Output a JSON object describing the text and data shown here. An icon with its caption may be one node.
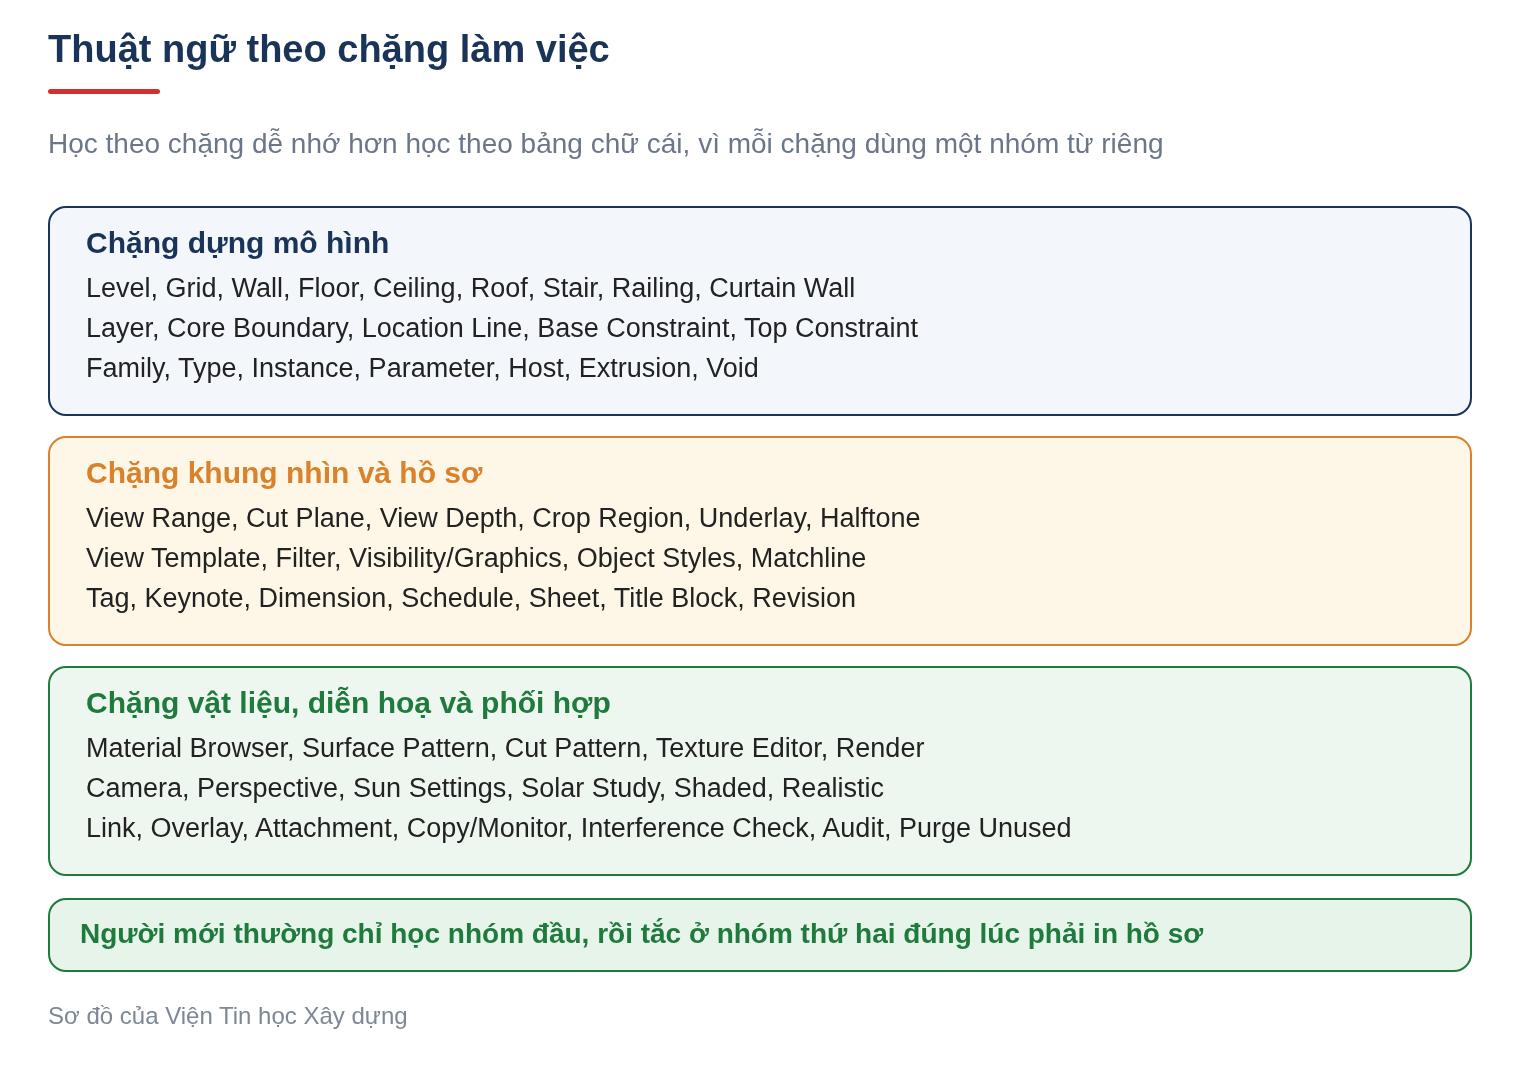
{
  "diagram": {
    "title": "Thuật ngữ theo chặng làm việc",
    "caption": "Sơ đồ của Viện Tin học Xây dựng",
    "labels": [
      "Học theo chặng dễ nhớ hơn học theo bảng chữ cái, vì mỗi chặng dùng một nhóm từ riêng"
    ],
    "nodes": [
      {
        "text": [
          "Chặng dựng mô hình",
          "Level, Grid, Wall, Floor, Ceiling, Roof, Stair, Railing, Curtain Wall",
          "Layer, Core Boundary, Location Line, Base Constraint, Top Constraint",
          "Family, Type, Instance, Parameter, Host, Extrusion, Void"
        ]
      },
      {
        "text": [
          "Chặng khung nhìn và hồ sơ",
          "View Range, Cut Plane, View Depth, Crop Region, Underlay, Halftone",
          "View Template, Filter, Visibility/Graphics, Object Styles, Matchline",
          "Tag, Keynote, Dimension, Schedule, Sheet, Title Block, Revision"
        ]
      },
      {
        "text": [
          "Chặng vật liệu, diễn hoạ và phối hợp",
          "Material Browser, Surface Pattern, Cut Pattern, Texture Editor, Render",
          "Camera, Perspective, Sun Settings, Solar Study, Shaded, Realistic",
          "Link, Overlay, Attachment, Copy/Monitor, Interference Check, Audit, Purge Unused"
        ]
      },
      {
        "text": [
          "Người mới thường chỉ học nhóm đầu, rồi tắc ở nhóm thứ hai đúng lúc phải in hồ sơ"
        ]
      }
    ]
  }
}
